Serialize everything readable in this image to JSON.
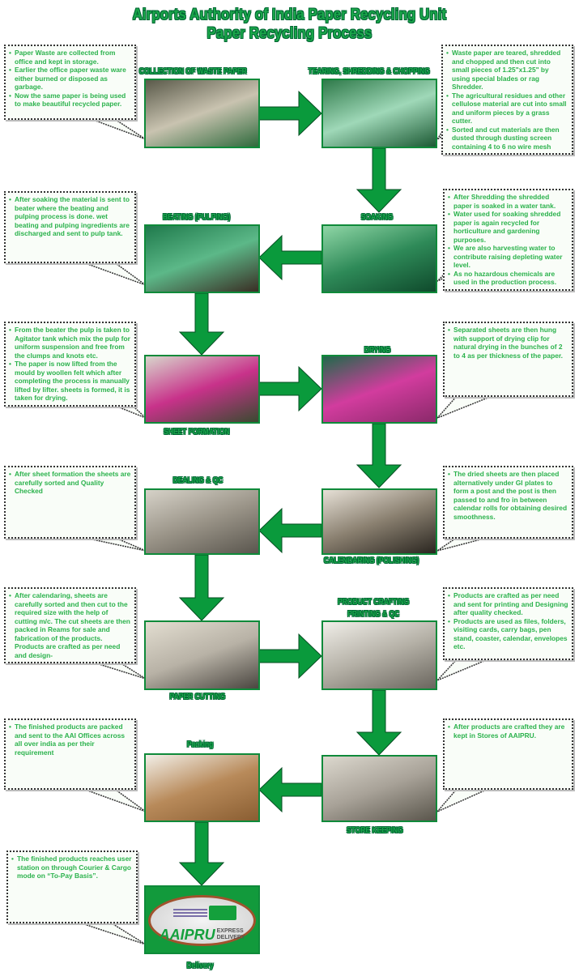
{
  "header": {
    "title": "Airports Authority of India Paper Recycling Unit",
    "subtitle": "Paper Recycling Process"
  },
  "colors": {
    "arrow": "#0a9a3c",
    "arrow_outline": "#064d22",
    "text": "#2bb24c"
  },
  "steps": [
    {
      "title": "COLLECTION OF WASTE PAPER",
      "image_tint": [
        "#5a5a4a",
        "#c9c3b0",
        "#2f6a3c"
      ],
      "bullets": [
        "Paper Waste are collected from office and kept in storage.",
        "Earlier the office paper waste ware either burned or disposed as garbage.",
        "Now the same paper is being used to make beautiful recycled paper."
      ]
    },
    {
      "title": "TEARING, SHREDDING & CHOPPING",
      "image_tint": [
        "#2f7a4a",
        "#9fd8b8",
        "#1c5a34"
      ],
      "bullets": [
        "Waste paper are teared, shredded and chopped and then cut into small pieces of 1.25\"x1.25\" by using special blades or rag Shredder.",
        "The agricultural residues and other cellulose material are cut into small and uniform pieces by a grass cutter.",
        "Sorted and cut materials are then dusted through dusting screen containing 4 to 6 no wire mesh"
      ]
    },
    {
      "title": "SOAKING",
      "image_tint": [
        "#8fd6a6",
        "#2e8a58",
        "#0f4a2c"
      ],
      "bullets": [
        "After Shredding the shredded paper is soaked in a water tank.",
        "Water used for soaking  shredded paper is again recycled for horticulture and gardening purposes.",
        "We are also harvesting water to contribute raising depleting water level.",
        "As no hazardous chemicals are used in the production process."
      ]
    },
    {
      "title": "BEATING (PULPING)",
      "image_tint": [
        "#1f7a4c",
        "#5cb888",
        "#3a2e24"
      ],
      "bullets": [
        "After soaking the material is sent to beater where the beating and pulping process is done. wet beating and pulping ingredients are discharged and sent to pulp tank."
      ]
    },
    {
      "title": "SHEET FORMATION",
      "image_tint": [
        "#d8d6cc",
        "#c8328a",
        "#3a4a30"
      ],
      "bullets": [
        "From the beater the pulp is taken to Agitator tank which mix the pulp for uniform suspension and free from the clumps and knots etc.",
        "The paper is now lifted from the mould by woollen felt which after completing the process is manually lifted by lifter. sheets is formed, it is taken for drying."
      ]
    },
    {
      "title": "DRYING",
      "image_tint": [
        "#1f6a4a",
        "#d23c9e",
        "#8a2a6a"
      ],
      "bullets": [
        "Separated sheets are then hung with support of drying clip for natural drying in the bunches of 2 to 4 as per thickness of the paper."
      ]
    },
    {
      "title": "CALENDARING (POLISHING)",
      "image_tint": [
        "#e6e0d6",
        "#8a8070",
        "#2a2620"
      ],
      "bullets": [
        "The dried sheets are then placed alternatively under GI plates to form a post and the post is then passed to and fro in between calendar rolls for obtaining desired smoothness."
      ]
    },
    {
      "title": "DEALING & QC",
      "image_tint": [
        "#d6d2c8",
        "#9a9488",
        "#5a564e"
      ],
      "bullets": [
        "After sheet formation the sheets are carefully sorted and Quality Checked"
      ]
    },
    {
      "title": "PAPER CUTTING",
      "image_tint": [
        "#e2ddd0",
        "#b8b2a6",
        "#4a4640"
      ],
      "bullets": [
        "After calendaring, sheets are carefully sorted and then cut to the required size with the help of cutting m/c. The cut sheets are then packed in Reams for sale and fabrication of the products. Products are crafted as per need and design-"
      ]
    },
    {
      "title": "PRODUCT CRAFTING\nPRINTING & QC",
      "image_tint": [
        "#f0eee8",
        "#b4b0a6",
        "#6a665e"
      ],
      "bullets": [
        "Products are crafted as per need and sent for printing and Designing after quality checked.",
        "Products are used as files, folders, visiting cards, carry bags, pen stand, coaster, calendar, envelopes etc."
      ]
    },
    {
      "title": "STORE KEEPING",
      "image_tint": [
        "#dcd8ce",
        "#a8a298",
        "#5a564c"
      ],
      "bullets": [
        "After products are crafted they are kept in Stores of AAIPRU."
      ]
    },
    {
      "title": "Packing",
      "image_tint": [
        "#f2efe8",
        "#b88a5a",
        "#8a5e32"
      ],
      "bullets": [
        "The finished products are packed and sent  to the AAI Offices across all over india as per their requirement"
      ]
    },
    {
      "title": "Delivery",
      "image_tint": [
        "#129a3c",
        "#129a3c",
        "#129a3c"
      ],
      "bullets": [
        "The finished products reaches user station on through Courier & Cargo mode on “To-Pay Basis”."
      ]
    }
  ],
  "delivery_logo": {
    "main": "AAIPRU",
    "sub": "EXPRESS\nDELIVERY"
  }
}
